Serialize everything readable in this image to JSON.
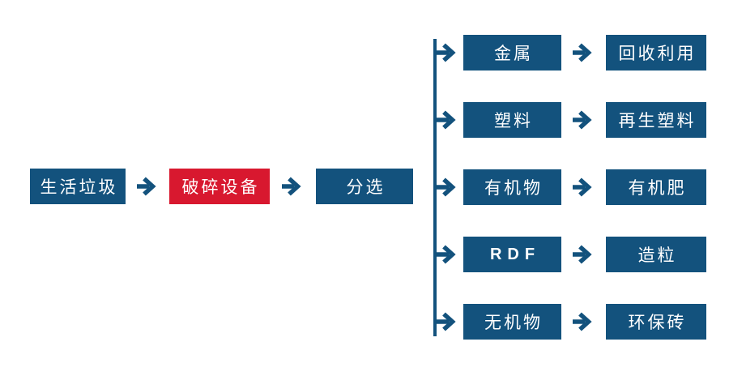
{
  "diagram": {
    "background": "#ffffff",
    "colors": {
      "node_blue": "#13527D",
      "node_red": "#D8182F",
      "arrow_blue": "#13527D",
      "text": "#FFFFFF"
    },
    "main_flow": {
      "nodes": [
        {
          "label": "生活垃圾",
          "color": "blue"
        },
        {
          "label": "破碎设备",
          "color": "red"
        },
        {
          "label": "分选",
          "color": "blue"
        }
      ]
    },
    "branches": [
      {
        "material": "金属",
        "output": "回收利用"
      },
      {
        "material": "塑料",
        "output": "再生塑料"
      },
      {
        "material": "有机物",
        "output": "有机肥"
      },
      {
        "material": "RDF",
        "output": "造粒"
      },
      {
        "material": "无机物",
        "output": "环保砖"
      }
    ]
  }
}
